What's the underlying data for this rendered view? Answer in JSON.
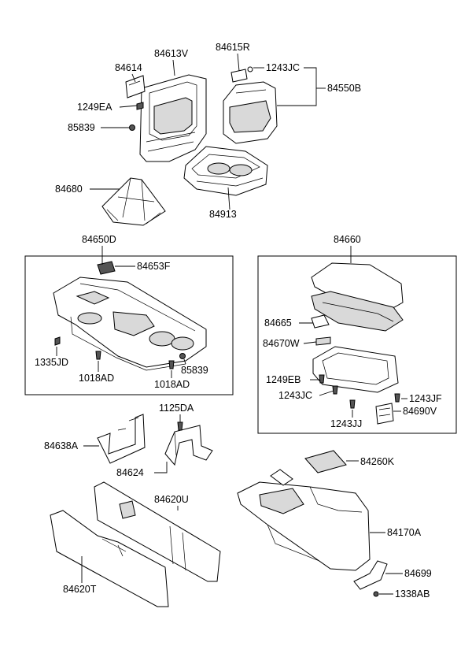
{
  "labels": {
    "p84614": "84614",
    "p84613V": "84613V",
    "p84615R": "84615R",
    "p1243JC_top": "1243JC",
    "p84550B": "84550B",
    "p1249EA": "1249EA",
    "p85839_top": "85839",
    "p84680": "84680",
    "p84913": "84913",
    "p84650D": "84650D",
    "p84653F": "84653F",
    "p1335JD": "1335JD",
    "p1018AD_a": "1018AD",
    "p1018AD_b": "1018AD",
    "p85839_mid": "85839",
    "p84660": "84660",
    "p84665": "84665",
    "p84670W": "84670W",
    "p1249EB": "1249EB",
    "p1243JC_mid": "1243JC",
    "p1243JF": "1243JF",
    "p84690V": "84690V",
    "p1243JJ": "1243JJ",
    "p1125DA": "1125DA",
    "p84638A": "84638A",
    "p84624": "84624",
    "p84260K": "84260K",
    "p84620U": "84620U",
    "p84170A": "84170A",
    "p84699": "84699",
    "p84620T": "84620T",
    "p1338AB": "1338AB"
  }
}
